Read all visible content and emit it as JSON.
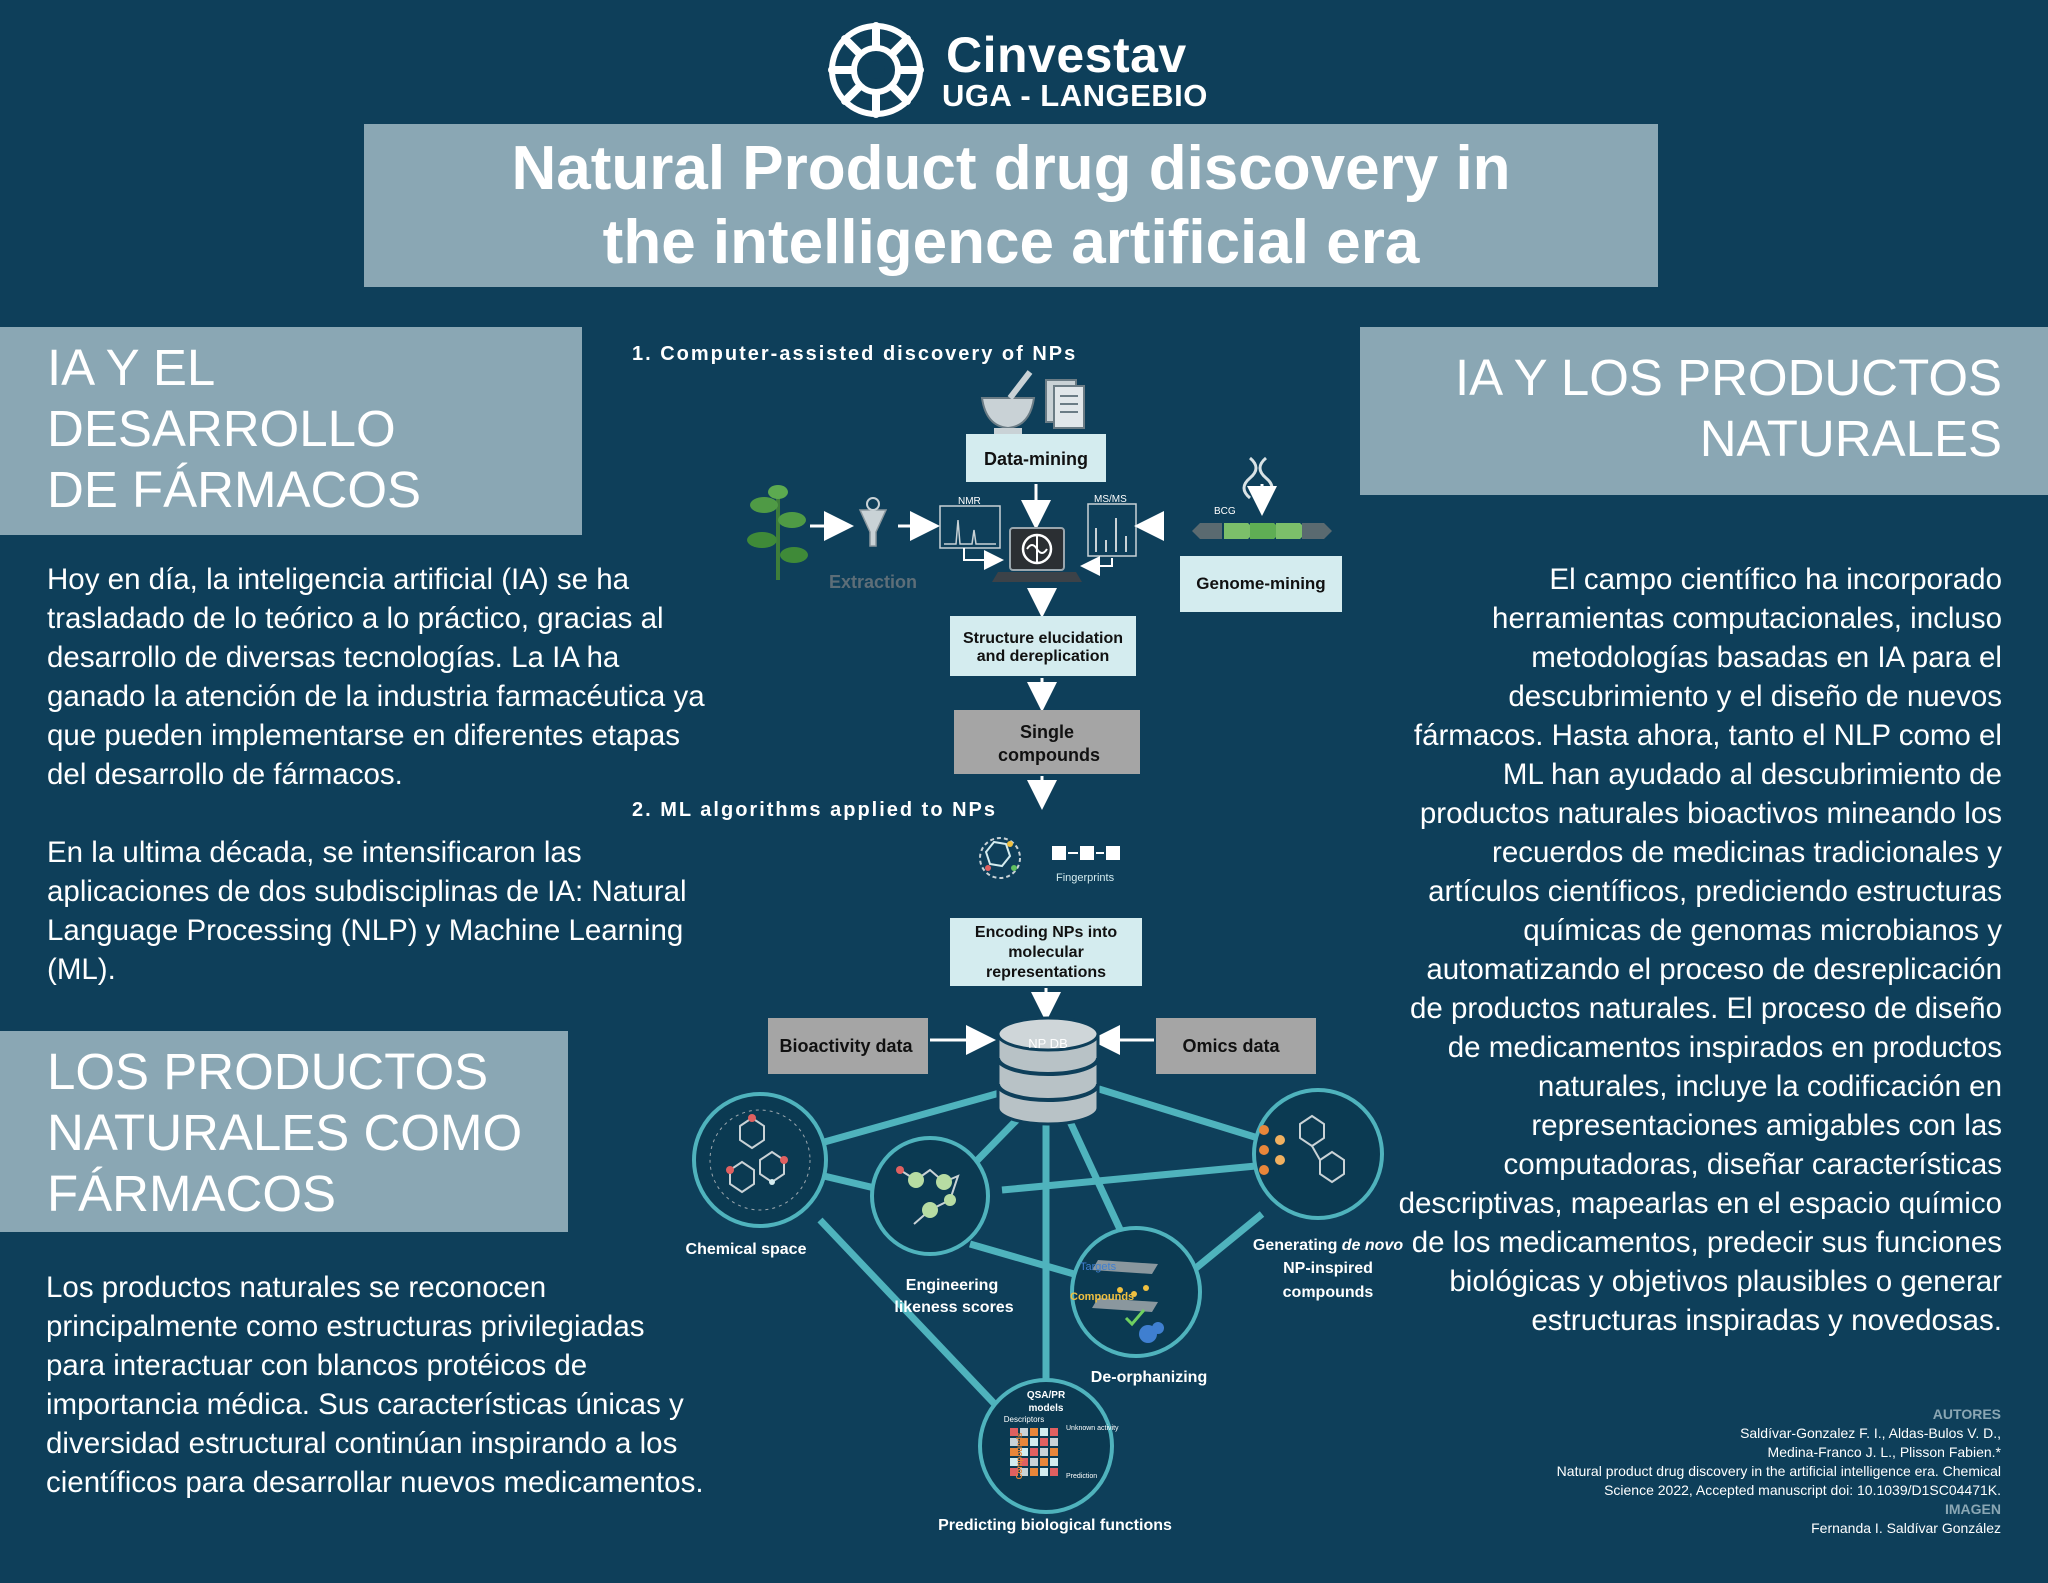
{
  "header": {
    "logo_name": "Cinvestav",
    "logo_sub": "UGA - LANGEBIO",
    "title": "Natural Product drug discovery in\nthe intelligence artificial era"
  },
  "left": {
    "heading1": "IA Y EL\nDESARROLLO\nDE FÁRMACOS",
    "para1": "Hoy en día, la inteligencia artificial (IA) se ha trasladado de lo teórico a lo práctico, gracias al desarrollo de diversas tecnologías. La IA ha ganado la atención de la industria farmacéutica ya que pueden implementarse en diferentes etapas del desarrollo de fármacos.",
    "para2": "En la ultima década, se intensificaron las aplicaciones de dos subdisciplinas de IA: Natural Language Processing (NLP) y Machine Learning (ML).",
    "heading2": "LOS PRODUCTOS\nNATURALES COMO\nFÁRMACOS",
    "para3": "Los productos naturales se reconocen principalmente como estructuras privilegiadas para interactuar con blancos protéicos de importancia médica. Sus características únicas y diversidad estructural continúan inspirando a los científicos para desarrollar nuevos medicamentos."
  },
  "right": {
    "heading": "IA Y LOS PRODUCTOS\nNATURALES",
    "para": "El campo científico ha incorporado herramientas computacionales, incluso metodologías basadas en IA para el descubrimiento y el diseño de nuevos fármacos. Hasta ahora, tanto el NLP como el ML han ayudado al descubrimiento de productos naturales bioactivos mineando los recuerdos de medicinas tradicionales y artículos científicos, prediciendo estructuras químicas de genomas microbianos y automatizando el proceso de desreplicación de productos naturales. El proceso de diseño de medicamentos inspirados en productos naturales, incluye la codificación en representaciones amigables con las computadoras, diseñar características descriptivas, mapearlas en el espacio químico de los medicamentos, predecir sus funciones biológicas y objetivos plausibles o generar estructuras inspiradas y novedosas."
  },
  "credits": {
    "authors_heading": "AUTORES",
    "authors_line1": "Saldívar-Gonzalez F. I., Aldas-Bulos V. D.,",
    "authors_line2": "Medina-Franco J. L., Plisson Fabien.*",
    "ref_line1": "Natural product drug discovery in the artificial intelligence era. Chemical",
    "ref_line2": "Science 2022, Accepted manuscript doi: 10.1039/D1SC04471K.",
    "image_heading": "IMAGEN",
    "image_credit": "Fernanda I. Saldívar González"
  },
  "diagram": {
    "section1": "1. Computer-assisted discovery of NPs",
    "data_mining": "Data-mining",
    "extraction": "Extraction",
    "nmr": "NMR",
    "msms": "MS/MS",
    "bcg": "BCG",
    "genome_mining": "Genome-mining",
    "structure_line1": "Structure elucidation",
    "structure_line2": "and dereplication",
    "single_line1": "Single",
    "single_line2": "compounds",
    "section2": "2. ML algorithms applied to NPs",
    "fingerprints": "Fingerprints",
    "encoding_line1": "Encoding NPs into",
    "encoding_line2": "molecular",
    "encoding_line3": "representations",
    "bioactivity": "Bioactivity  data",
    "omics": "Omics data",
    "np_db": "NP DB",
    "chemical_space": "Chemical space",
    "engineering_line1": "Engineering",
    "engineering_line2": "likeness scores",
    "deorphanizing": "De-orphanizing",
    "generating_prefix": "Generating ",
    "generating_italic": "de novo",
    "generating_line2": "NP-inspired",
    "generating_line3": "compounds",
    "predicting": "Predicting biological functions",
    "qsar_line1": "QSA/PR",
    "qsar_line2": "models",
    "descriptors": "Descriptors",
    "compounds": "Compounds",
    "unknown_activity": "Unknown activity",
    "prediction": "Prediction",
    "targets": "Targets",
    "compounds_label": "Compounds"
  }
}
